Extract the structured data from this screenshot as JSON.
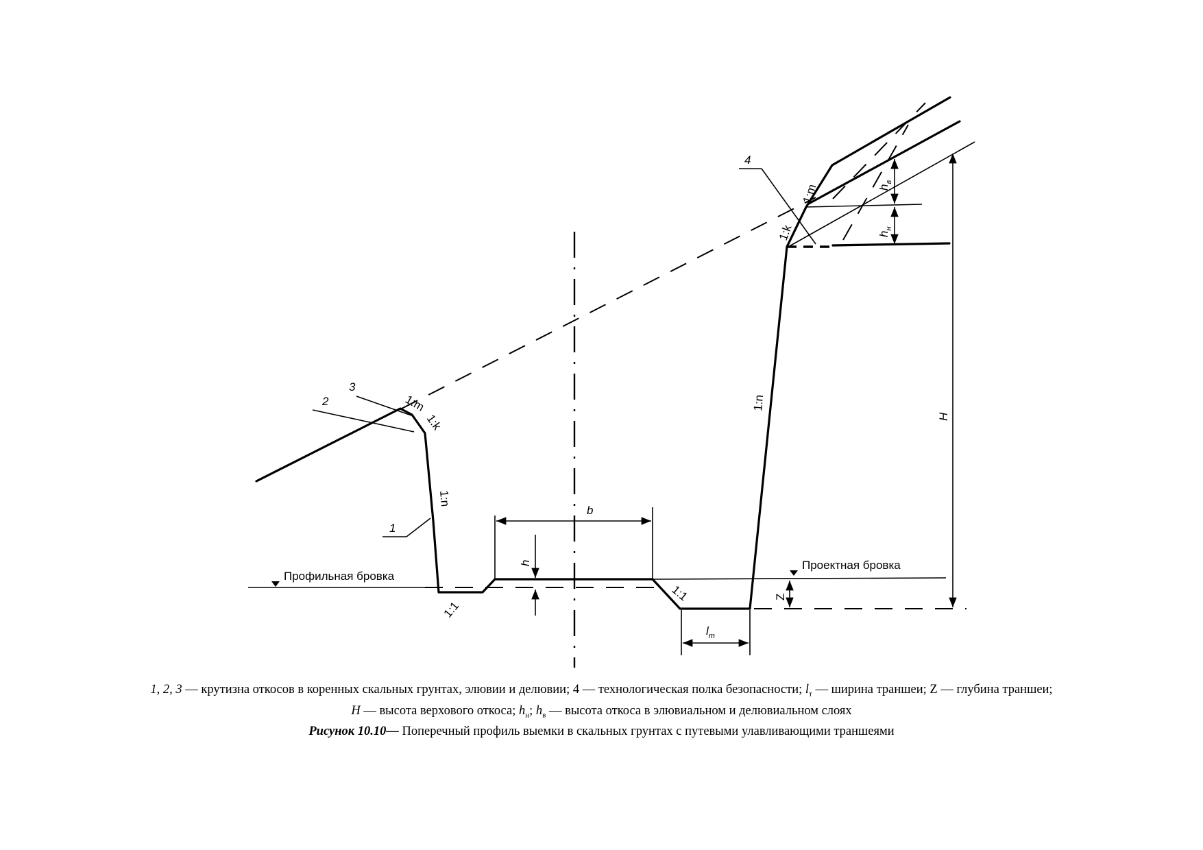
{
  "diagram": {
    "slope_labels": {
      "m_left": "1:m",
      "k_left": "1:k",
      "n_left": "1:n",
      "one_one_left": "1:1",
      "one_one_right": "1:1",
      "n_right": "1:n",
      "k_right": "1:k",
      "m_right": "1:m"
    },
    "callouts": [
      "1",
      "2",
      "3",
      "4"
    ],
    "dimensions": {
      "b": "b",
      "h": "h",
      "z": "Z",
      "H": "H",
      "lt_main": "l",
      "lt_sub": "т",
      "hv_main": "h",
      "hv_sub": "в",
      "hn_main": "h",
      "hn_sub": "н"
    },
    "edge_labels": {
      "profile": "Профильная бровка",
      "design": "Проектная бровка"
    }
  },
  "caption": {
    "line1_italic_prefix": "1, 2, 3",
    "line1_part1": " — крутизна откосов в коренных скальных грунтах, элювии и делювии; 4 — технологическая полка безопасности; ",
    "lt_symbol": "l",
    "lt_sub": "т",
    "line1_part2": " — ширина траншеи; Z — глубина траншеи;",
    "H_symbol": "H",
    "line2_part1": " — высота верхового откоса; ",
    "hn_symbol": "h",
    "hn_sub": "н",
    "line2_sep": "; ",
    "hv_symbol": "h",
    "hv_sub": "в",
    "line2_part2": " — высота откоса в элювиальном и делювиальном слоях",
    "title_bold": "Рисунок 10.10—",
    "title_rest": " Поперечный профиль выемки в скальных грунтах с путевыми улавливающими траншеями"
  }
}
